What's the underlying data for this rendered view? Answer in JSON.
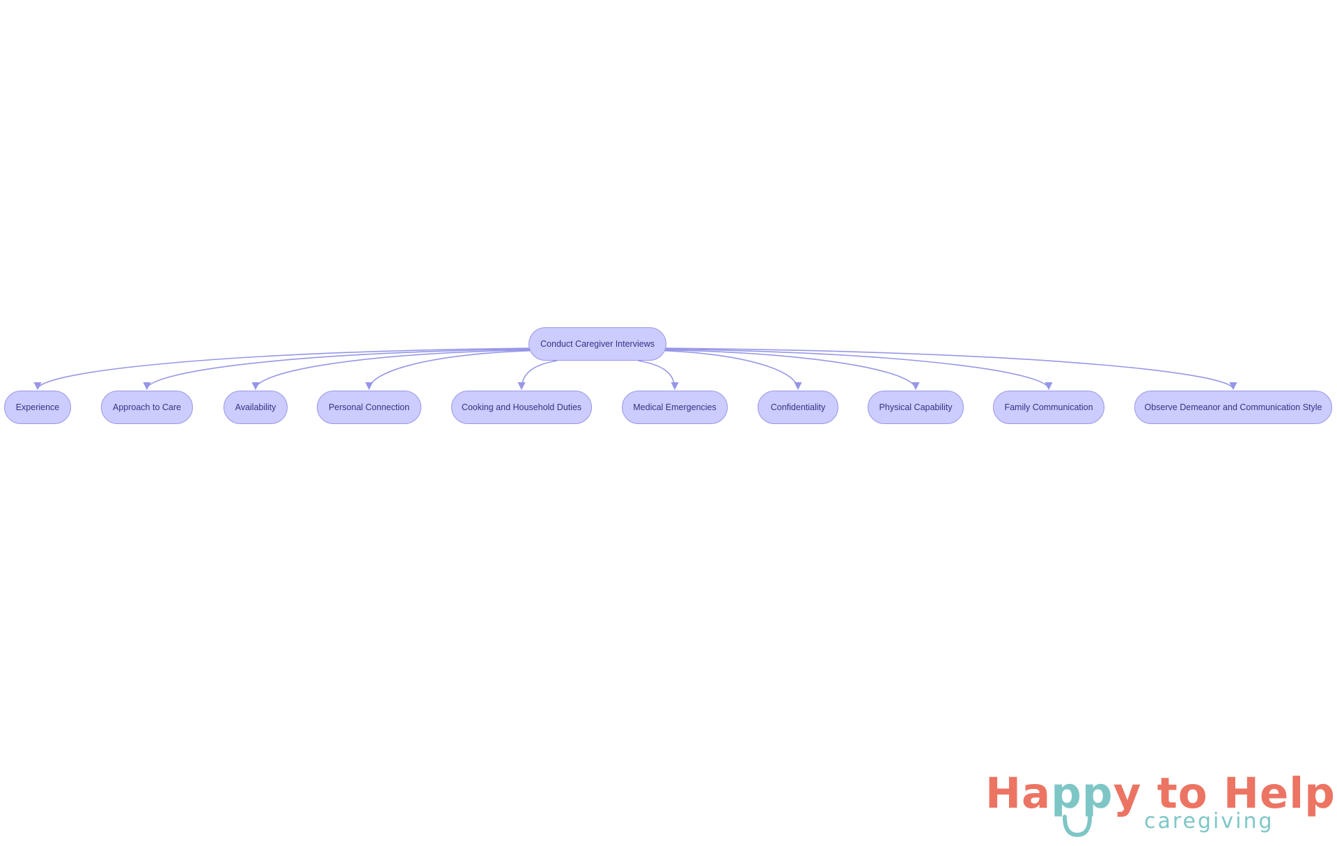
{
  "diagram": {
    "root": {
      "id": "root",
      "label": "Conduct Caregiver Interviews"
    },
    "children": [
      {
        "id": "experience",
        "label": "Experience"
      },
      {
        "id": "approach-to-care",
        "label": "Approach to Care"
      },
      {
        "id": "availability",
        "label": "Availability"
      },
      {
        "id": "personal-connection",
        "label": "Personal Connection"
      },
      {
        "id": "cooking-and-household-duties",
        "label": "Cooking and Household Duties"
      },
      {
        "id": "medical-emergencies",
        "label": "Medical Emergencies"
      },
      {
        "id": "confidentiality",
        "label": "Confidentiality"
      },
      {
        "id": "physical-capability",
        "label": "Physical Capability"
      },
      {
        "id": "family-communication",
        "label": "Family Communication"
      },
      {
        "id": "observe-demeanor",
        "label": "Observe Demeanor and Communication Style"
      }
    ],
    "colors": {
      "node_fill": "#ccccff",
      "node_border": "#9696e8",
      "node_text": "#333380",
      "edge": "#9696e8"
    }
  },
  "logo": {
    "text_part1": "Ha",
    "text_part2": "pp",
    "text_part3": "y to Help",
    "subtitle": "caregiving",
    "colors": {
      "primary": "#ec7463",
      "secondary": "#7ec6c6"
    }
  }
}
